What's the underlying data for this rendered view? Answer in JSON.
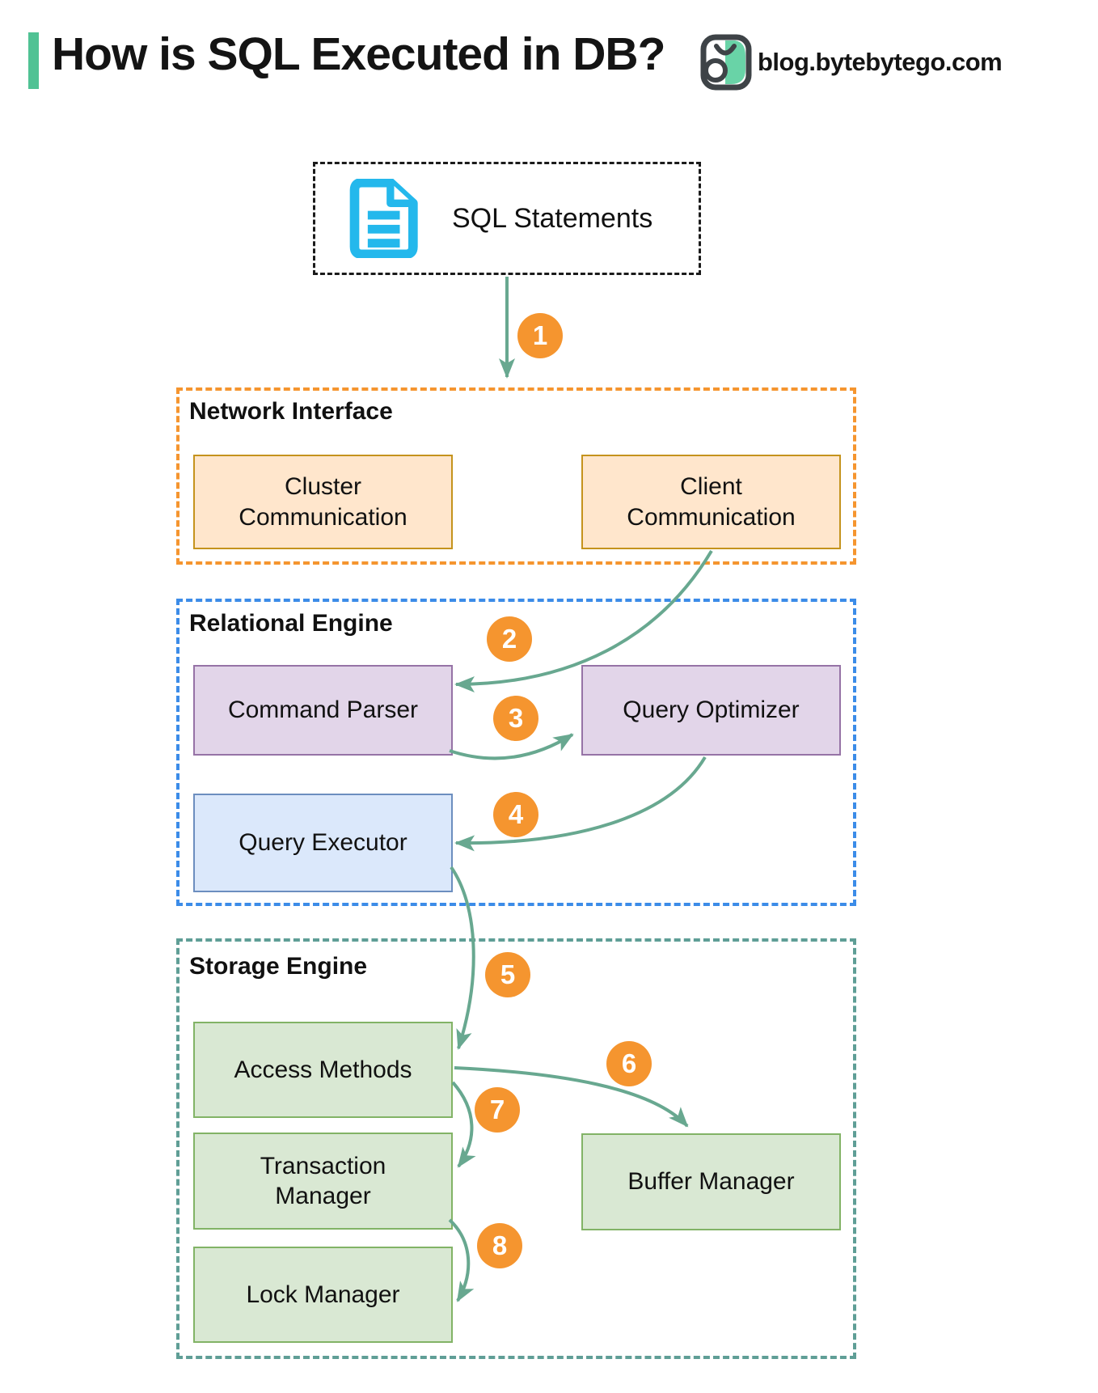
{
  "header": {
    "title": "How is SQL Executed in DB?",
    "brand": "blog.bytebytego.com"
  },
  "flow": {
    "source": {
      "label": "SQL Statements",
      "icon": "document-icon"
    },
    "steps": [
      "1",
      "2",
      "3",
      "4",
      "5",
      "6",
      "7",
      "8"
    ],
    "edges": [
      {
        "step": "1",
        "from": "SQL Statements",
        "to": "Network Interface"
      },
      {
        "step": "2",
        "from": "Client Communication",
        "to": "Command Parser"
      },
      {
        "step": "3",
        "from": "Command Parser",
        "to": "Query Optimizer"
      },
      {
        "step": "4",
        "from": "Query Optimizer",
        "to": "Query Executor"
      },
      {
        "step": "5",
        "from": "Query Executor",
        "to": "Access Methods"
      },
      {
        "step": "6",
        "from": "Access Methods",
        "to": "Buffer Manager"
      },
      {
        "step": "7",
        "from": "Access Methods",
        "to": "Transaction Manager"
      },
      {
        "step": "8",
        "from": "Transaction Manager",
        "to": "Lock Manager"
      }
    ]
  },
  "sections": {
    "network": {
      "label": "Network Interface",
      "boxes": {
        "cluster": "Cluster Communication",
        "client": "Client Communication"
      }
    },
    "relational": {
      "label": "Relational Engine",
      "boxes": {
        "parser": "Command Parser",
        "optimizer": "Query Optimizer",
        "executor": "Query Executor"
      }
    },
    "storage": {
      "label": "Storage Engine",
      "boxes": {
        "access": "Access Methods",
        "transaction": "Transaction Manager",
        "lock": "Lock Manager",
        "buffer": "Buffer Manager"
      }
    }
  },
  "colors": {
    "accent": "#50C294",
    "arrow": "#68A890",
    "badge": "#F5952F",
    "network_border": "#F5952F",
    "relational_border": "#3C8CE8",
    "storage_border": "#5F9E96",
    "orange_fill": "#FFE6CC",
    "orange_stroke": "#C5931D",
    "purple_fill": "#E2D5E9",
    "purple_stroke": "#9673A6",
    "blue_fill": "#DBE8FB",
    "blue_stroke": "#6C8EBF",
    "green_fill": "#D9E8D3",
    "green_stroke": "#82B366",
    "doc_icon": "#24B8EC",
    "logo_dark": "#3E4347",
    "logo_mint": "#69D3A7"
  }
}
